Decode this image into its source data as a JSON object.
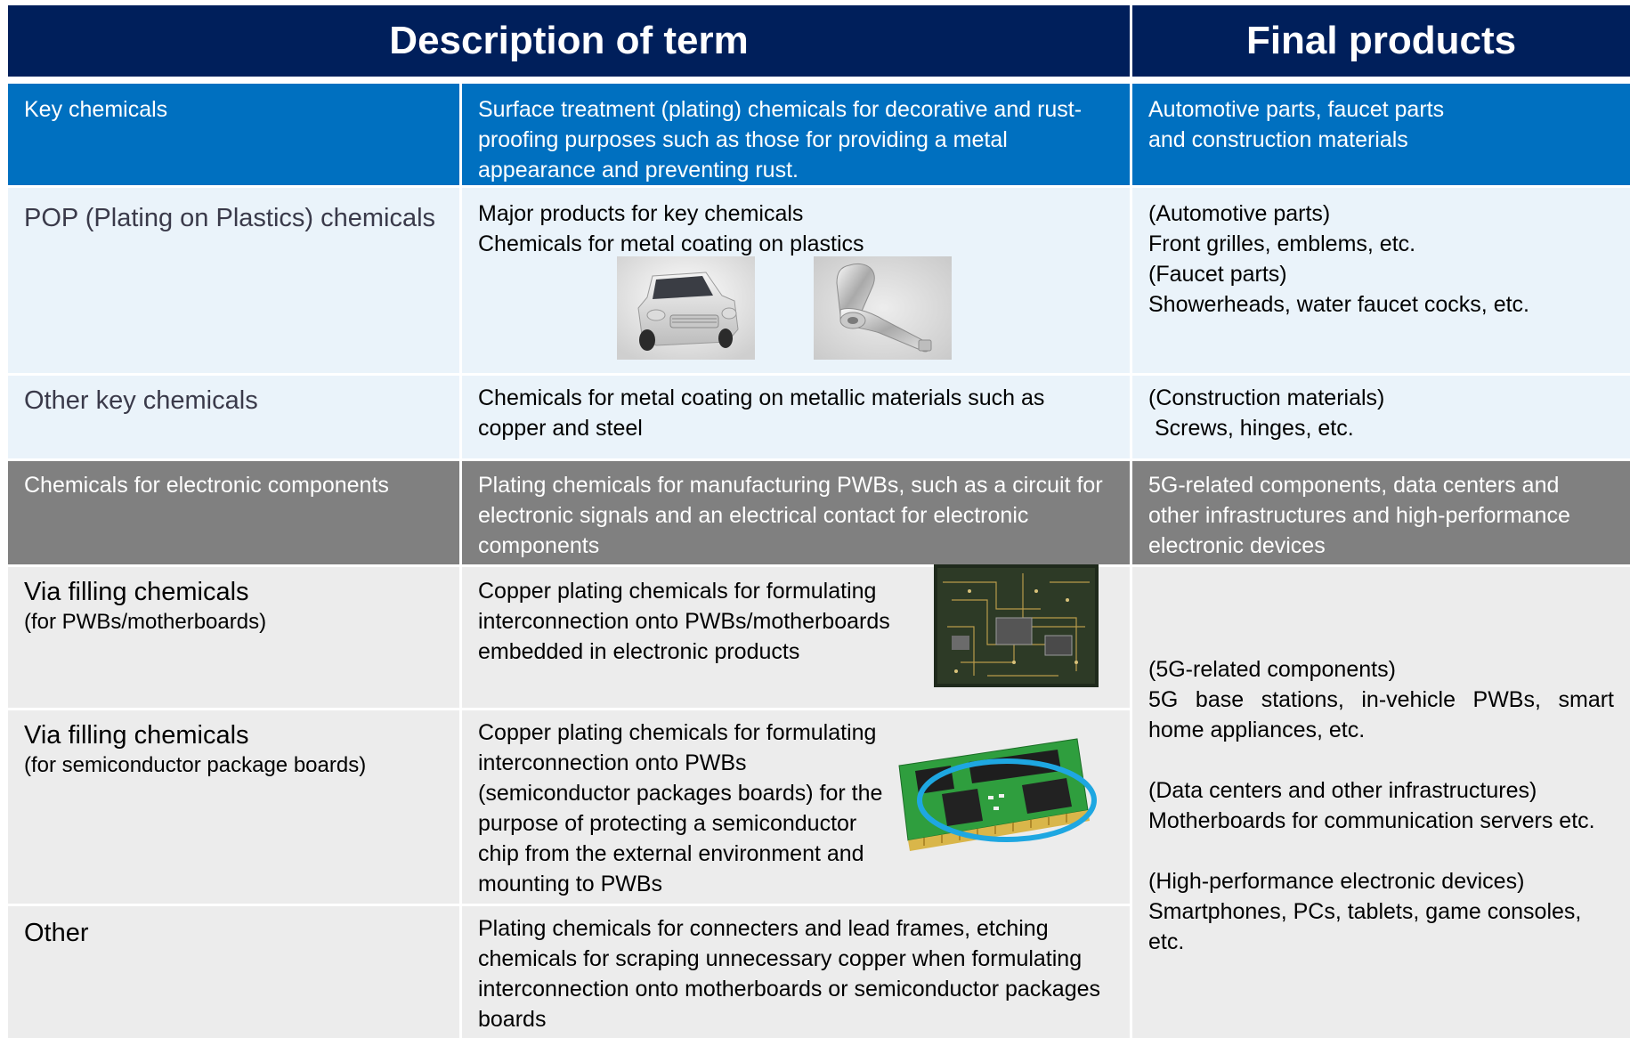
{
  "header": {
    "description": "Description of term",
    "final": "Final products"
  },
  "rows": {
    "key": {
      "label": "Key chemicals",
      "description": "Surface treatment (plating) chemicals for decorative and rust-proofing purposes such as those for providing a metal appearance and preventing rust.",
      "final_1": "Automotive parts, faucet parts",
      "final_2": "and construction materials"
    },
    "pop": {
      "label": "POP (Plating on Plastics) chemicals",
      "description_1": "Major products for key chemicals",
      "description_2": "Chemicals for metal coating on plastics",
      "final_1": "(Automotive parts)",
      "final_2": "Front grilles, emblems, etc.",
      "final_3": "(Faucet parts)",
      "final_4": "Showerheads, water faucet cocks, etc."
    },
    "other_key": {
      "label": "Other key chemicals",
      "description": "Chemicals for  metal coating on metallic materials such as copper and steel",
      "final_1": "(Construction materials)",
      "final_2": " Screws, hinges, etc."
    },
    "electronic": {
      "label": "Chemicals for electronic components",
      "description": "Plating chemicals for manufacturing PWBs, such as a circuit for electronic signals and an electrical contact for electronic components",
      "final": "5G-related components, data centers and other infrastructures and high-performance electronic devices"
    },
    "via_pwb": {
      "label": "Via filling chemicals",
      "sublabel": "(for PWBs/motherboards)",
      "description": "Copper plating chemicals for formulating interconnection onto PWBs/motherboards embedded in electronic products"
    },
    "via_pkg": {
      "label": "Via filling chemicals",
      "sublabel": "(for semiconductor package boards)",
      "description": "Copper plating chemicals for formulating interconnection onto PWBs (semiconductor packages boards) for the purpose of protecting a semiconductor chip from the external environment and mounting to PWBs"
    },
    "other": {
      "label": "Other",
      "description": "Plating chemicals for connecters and lead frames, etching chemicals for scraping unnecessary copper when formulating interconnection onto motherboards or semiconductor packages boards"
    },
    "electronic_final": {
      "g5_title": "(5G-related components)",
      "g5_body": "5G base stations, in-vehicle PWBs, smart home appliances, etc.",
      "dc_title": "(Data centers and other infrastructures)",
      "dc_body": "Motherboards for communication servers etc.",
      "hp_title": "(High-performance electronic devices)",
      "hp_body": "Smartphones, PCs, tablets, game consoles, etc."
    }
  },
  "images": [
    "car-photo",
    "faucet-handle-photo",
    "circuit-board-photo",
    "memory-module-photo"
  ],
  "colors": {
    "header": "#001f5b",
    "key_row": "#0070c0",
    "light_blue": "#eaf3fa",
    "dark_gray": "#808080",
    "light_gray": "#ececec",
    "highlight_ellipse": "#1ea7e1"
  }
}
